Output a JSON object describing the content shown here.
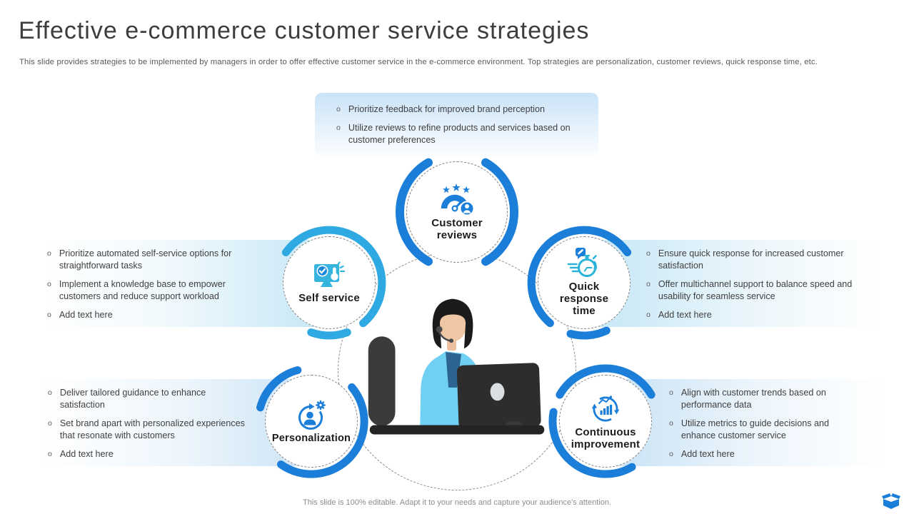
{
  "header": {
    "title": "Effective e-commerce customer service strategies",
    "subtitle": "This slide provides strategies to be implemented by managers in order to offer effective customer service in the e-commerce environment. Top strategies are personalization, customer reviews, quick response time, etc."
  },
  "bullet_marker": "o",
  "nodes": [
    {
      "id": "customer-reviews",
      "label": "Customer reviews",
      "icon": "customer-reviews-icon",
      "bullets": [
        "Prioritize feedback for improved brand perception",
        "Utilize reviews to refine products and services based on customer preferences"
      ]
    },
    {
      "id": "self-service",
      "label": "Self service",
      "icon": "self-service-icon",
      "bullets": [
        "Prioritize automated self-service options for straightforward tasks",
        "Implement a knowledge base to empower customers and reduce support workload",
        "Add text here"
      ]
    },
    {
      "id": "quick-response-time",
      "label": "Quick response time",
      "icon": "quick-response-icon",
      "bullets": [
        "Ensure quick response for increased customer satisfaction",
        "Offer multichannel support to balance speed and usability for seamless service",
        "Add text here"
      ]
    },
    {
      "id": "personalization",
      "label": "Personalization",
      "icon": "personalization-icon",
      "bullets": [
        "Deliver tailored guidance to enhance satisfaction",
        "Set brand apart with personalized experiences that resonate with customers",
        "Add text here"
      ]
    },
    {
      "id": "continuous-improvement",
      "label": "Continuous improvement",
      "icon": "continuous-improvement-icon",
      "bullets": [
        "Align with customer trends based on performance data",
        "Utilize metrics to guide decisions and enhance customer service",
        "Add text here"
      ]
    }
  ],
  "center": {
    "illustration": "customer-support-agent"
  },
  "footer": {
    "text": "This slide is 100% editable. Adapt it to your needs and capture your audience's attention.",
    "icon": "open-box-icon"
  },
  "colors": {
    "accent_blue": "#1b7fd9",
    "accent_cyan": "#35b4dd",
    "callout_tint": "#c9e6f7",
    "body_text": "#404040"
  }
}
